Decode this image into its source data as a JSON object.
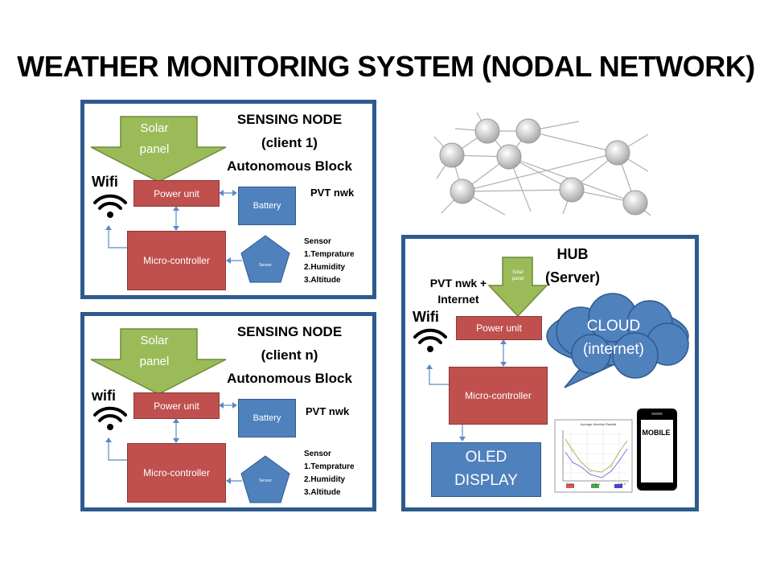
{
  "title": "WEATHER MONITORING SYSTEM (NODAL NETWORK)",
  "nodes": [
    {
      "heading": [
        "SENSING NODE",
        "(client 1)",
        "Autonomous Block"
      ],
      "solar_label": [
        "Solar",
        "panel"
      ],
      "wifi_label": "Wifi",
      "power_unit": "Power unit",
      "battery": "Battery",
      "pvt": "PVT nwk",
      "micro": "Micro-controller",
      "sensor_shape": "Sensor",
      "sensor_list": [
        "Sensor",
        "1.Temprature",
        "2.Humidity",
        "3.Altitude"
      ]
    },
    {
      "heading": [
        "SENSING NODE",
        "(client n)",
        "Autonomous Block"
      ],
      "solar_label": [
        "Solar",
        "panel"
      ],
      "wifi_label": "wifi",
      "power_unit": "Power unit",
      "battery": "Battery",
      "pvt": "PVT nwk",
      "micro": "Micro-controller",
      "sensor_shape": "Sensor",
      "sensor_list": [
        "Sensor",
        "1.Temprature",
        "2.Humidity",
        "3.Altitude"
      ]
    }
  ],
  "hub": {
    "heading": [
      "HUB",
      "(Server)"
    ],
    "pvt": [
      "PVT nwk +",
      "Internet"
    ],
    "solar_label": [
      "Solar",
      "panel"
    ],
    "wifi_label": "Wifi",
    "power_unit": "Power unit",
    "micro": "Micro-controller",
    "cloud": [
      "CLOUD",
      "(internet)"
    ],
    "oled": [
      "OLED",
      "DISPLAY"
    ],
    "graph_title": "Average Monthly Rainfall",
    "legend": [
      "Rainy",
      "City 1",
      "City 2"
    ],
    "mobile": "MOBILE"
  },
  "colors": {
    "panel_border": "#2e5a8e",
    "red_block": "#c0504d",
    "blue_block": "#4f81bd",
    "solar_arrow": "#9bbb59",
    "connector": "#5b8ac6"
  }
}
